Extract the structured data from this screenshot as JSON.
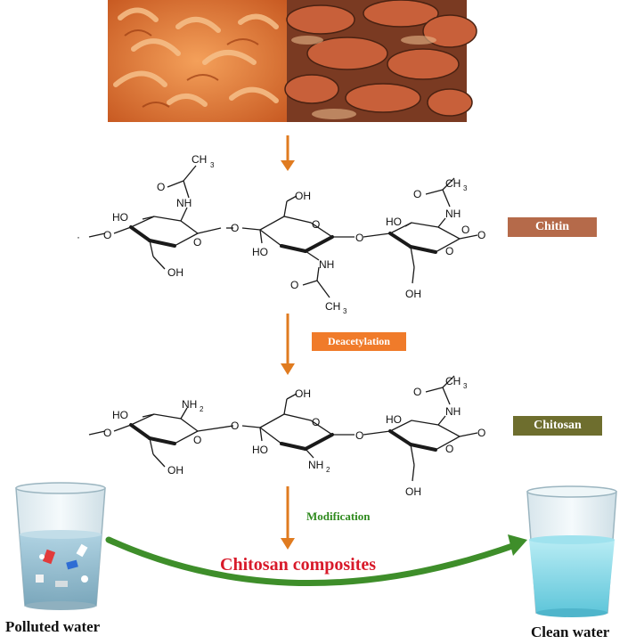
{
  "labels": {
    "chitin": "Chitin",
    "chitosan": "Chitosan",
    "deacetylation": "Deacetylation",
    "modification": "Modification",
    "composites": "Chitosan composites",
    "polluted": "Polluted water",
    "clean": "Clean water"
  },
  "chem": {
    "ch3": "CH",
    "three": "3",
    "o": "O",
    "nh": "NH",
    "ho": "HO",
    "oh": "OH",
    "nh2": "NH",
    "two": "2"
  },
  "colors": {
    "arrow": "#e07b20",
    "chitin_box": "#b56a4a",
    "chitosan_box": "#6e6e2e",
    "deacetylation_box": "#f07b2a",
    "modification_text": "#2f8a1e",
    "composites_text": "#d81a2a",
    "curve": "#3e8e2a"
  },
  "icons": [
    "shrimp-photo",
    "crab-photo",
    "polluted-water-glass-icon",
    "clean-water-glass-icon"
  ]
}
